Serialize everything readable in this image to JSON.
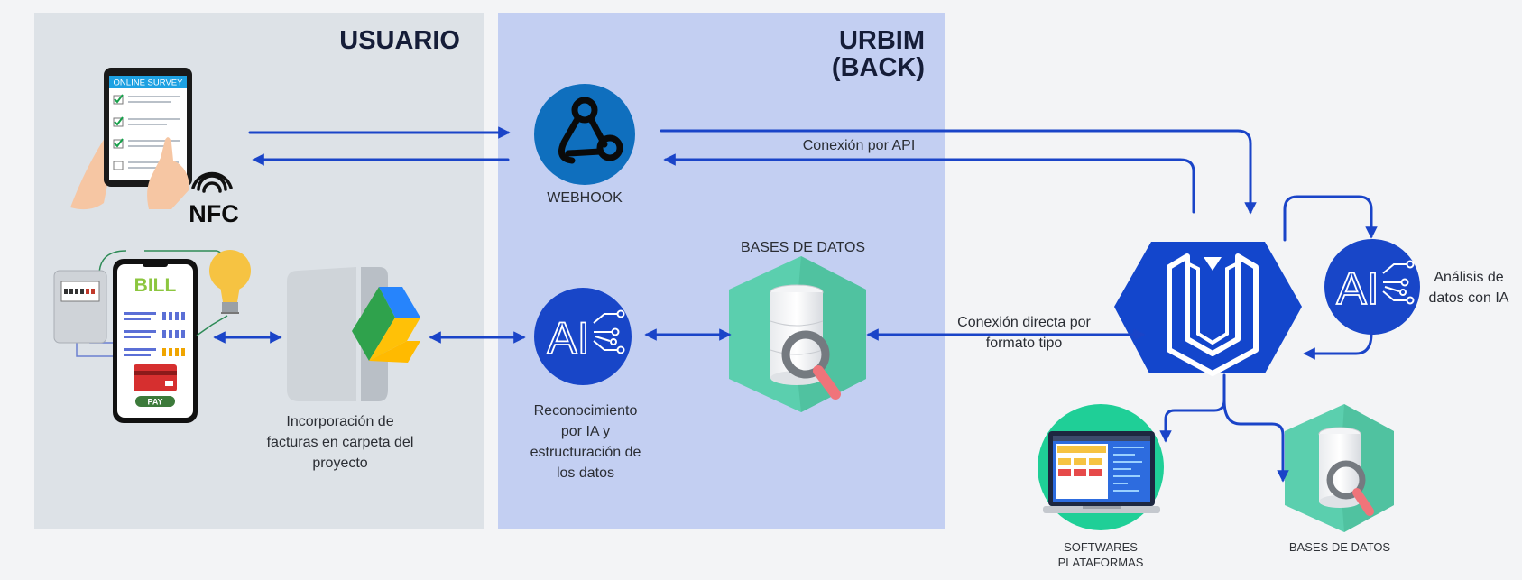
{
  "panels": {
    "usuario_title": "USUARIO",
    "back_title": "URBIM\n(BACK)"
  },
  "nodes": {
    "survey_header": "ONLINE SURVEY",
    "nfc": "NFC",
    "bill_title": "BILL",
    "pay_label": "PAY",
    "webhook": "WEBHOOK",
    "db_top": "BASES DE DATOS",
    "folder_caption": "Incorporación de\nfacturas en carpeta del\nproyecto",
    "ai_caption": "Reconocimiento\npor IA y\nestructuración de\nlos datos",
    "ai_right_caption": "Análisis de\ndatos con IA",
    "software_caption": "SOFTWARES\nPLATAFORMAS",
    "db_bottom": "BASES DE DATOS",
    "ai_text": "AI"
  },
  "connectors": {
    "api": "Conexión por API",
    "direct": "Conexión directa por\nformato tipo"
  },
  "colors": {
    "arrow": "#1a44c8",
    "panel_user": "#dde2e7",
    "panel_back": "#c3cff2",
    "ai_blue": "#1846c8",
    "webhook_blue": "#0f6fbe",
    "db_green": "#5bcfae",
    "urbim_blue": "#1346cc"
  }
}
